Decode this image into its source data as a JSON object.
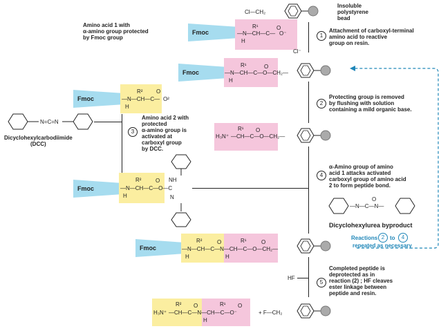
{
  "labels": {
    "insoluble_bead": "Insoluble\npolystyrene\nbead",
    "aa1_desc": "Amino acid 1 with\nα-amino group protected\nby Fmoc group",
    "fmoc": "Fmoc",
    "dcc_name": "Dicyclohexylcarbodiimide\n(DCC)",
    "aa2_desc": "Amino acid 2 with\nprotected\nα-amino group is\nactivated at\ncarboxyl group\nby DCC.",
    "dcu_name": "Dicyclohexylurea byproduct",
    "hf": "HF",
    "cl_ch2": "Cl—CH₂",
    "cl_minus": "Cl⁻",
    "f_ch2": "+ F—CH₂",
    "o_minus": "O⁻",
    "r1": "R¹",
    "r2": "R²",
    "h3n": "H₃N⁺"
  },
  "steps": [
    {
      "num": "1",
      "text": "Attachment of carboxyl-terminal\namino acid to reactive\ngroup on resin."
    },
    {
      "num": "2",
      "text": "Protecting group is removed\nby flushing with solution\ncontaining a mild organic base."
    },
    {
      "num": "3",
      "text": ""
    },
    {
      "num": "4",
      "text": "α-Amino group of amino\nacid 1 attacks activated\ncarboxyl group of amino acid\n2 to form peptide bond."
    },
    {
      "num": "5",
      "text": "Completed peptide is\ndeprotected as in\nreaction (2) ; HF cleaves\nester linkage between\npeptide and resin."
    }
  ],
  "loop_note": {
    "prefix": "Reactions",
    "a": "2",
    "mid": "to",
    "b": "4",
    "suffix": "repeated as necessary"
  },
  "colors": {
    "fmoc": "#a6dcef",
    "aa1": "#f5c6dc",
    "aa2": "#fbeea0",
    "loop": "#1f86b8"
  }
}
